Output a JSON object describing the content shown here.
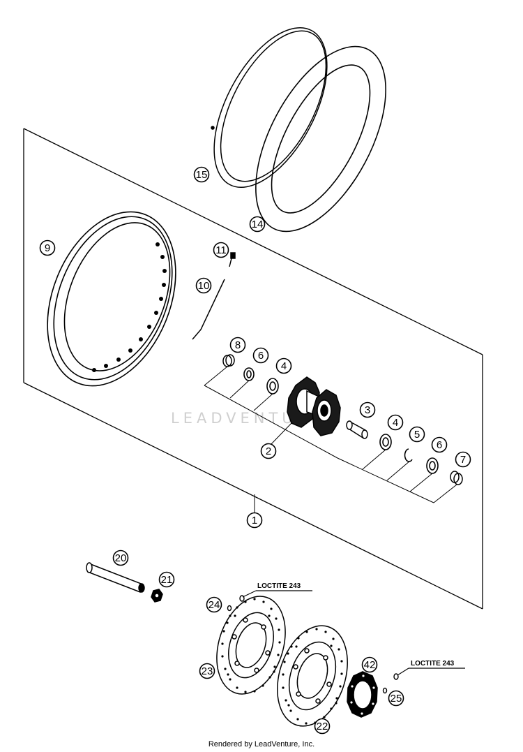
{
  "callouts": [
    {
      "id": "c15",
      "label": "15"
    },
    {
      "id": "c14",
      "label": "14"
    },
    {
      "id": "c9",
      "label": "9"
    },
    {
      "id": "c11",
      "label": "11"
    },
    {
      "id": "c10",
      "label": "10"
    },
    {
      "id": "c8",
      "label": "8"
    },
    {
      "id": "c6a",
      "label": "6"
    },
    {
      "id": "c4a",
      "label": "4"
    },
    {
      "id": "c3",
      "label": "3"
    },
    {
      "id": "c2",
      "label": "2"
    },
    {
      "id": "c4b",
      "label": "4"
    },
    {
      "id": "c5",
      "label": "5"
    },
    {
      "id": "c6b",
      "label": "6"
    },
    {
      "id": "c7",
      "label": "7"
    },
    {
      "id": "c1",
      "label": "1"
    },
    {
      "id": "c20",
      "label": "20"
    },
    {
      "id": "c21",
      "label": "21"
    },
    {
      "id": "c24",
      "label": "24"
    },
    {
      "id": "c23",
      "label": "23"
    },
    {
      "id": "c22",
      "label": "22"
    },
    {
      "id": "c42",
      "label": "42"
    },
    {
      "id": "c25",
      "label": "25"
    }
  ],
  "notes": {
    "loctite_left": "LOCTITE 243",
    "loctite_right": "LOCTITE 243"
  },
  "watermark": "LEADVENTURE",
  "footer": "Rendered by LeadVenture, Inc."
}
